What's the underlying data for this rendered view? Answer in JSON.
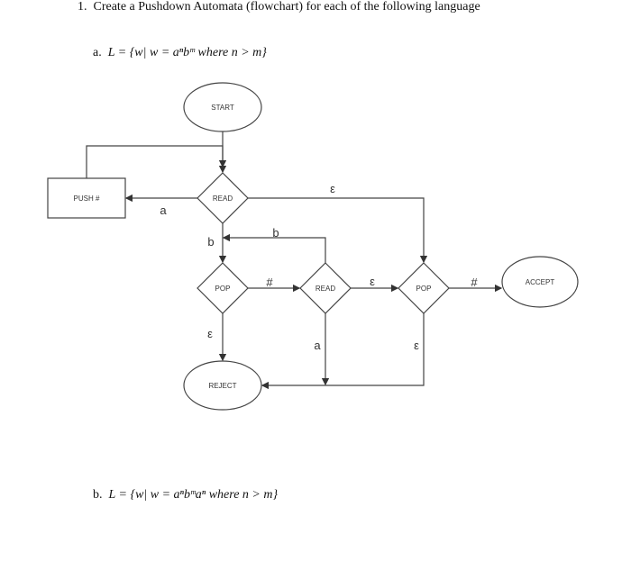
{
  "question": {
    "number": "1.",
    "text": "Create a Pushdown Automata (flowchart) for each of the following language"
  },
  "part_a": {
    "label": "a.",
    "formula": "L = {w| w = aⁿbᵐ where n > m}"
  },
  "part_b": {
    "label": "b.",
    "formula": "L = {w| w = aⁿbᵐaⁿ where n > m}"
  },
  "flowchart": {
    "nodes": {
      "start": "START",
      "read1": "READ",
      "push": "PUSH #",
      "pop1": "POP",
      "read2": "READ",
      "pop2": "POP",
      "accept": "ACCEPT",
      "reject": "REJECT"
    },
    "edges": {
      "read1_push": "a",
      "read1_pop2": "ε",
      "read1_pop1": "b",
      "read2_read1": "b",
      "pop1_read2": "#",
      "read2_pop2": "ε",
      "pop2_accept": "#",
      "pop1_reject": "ε",
      "read2_reject": "a",
      "pop2_reject": "ε"
    }
  }
}
